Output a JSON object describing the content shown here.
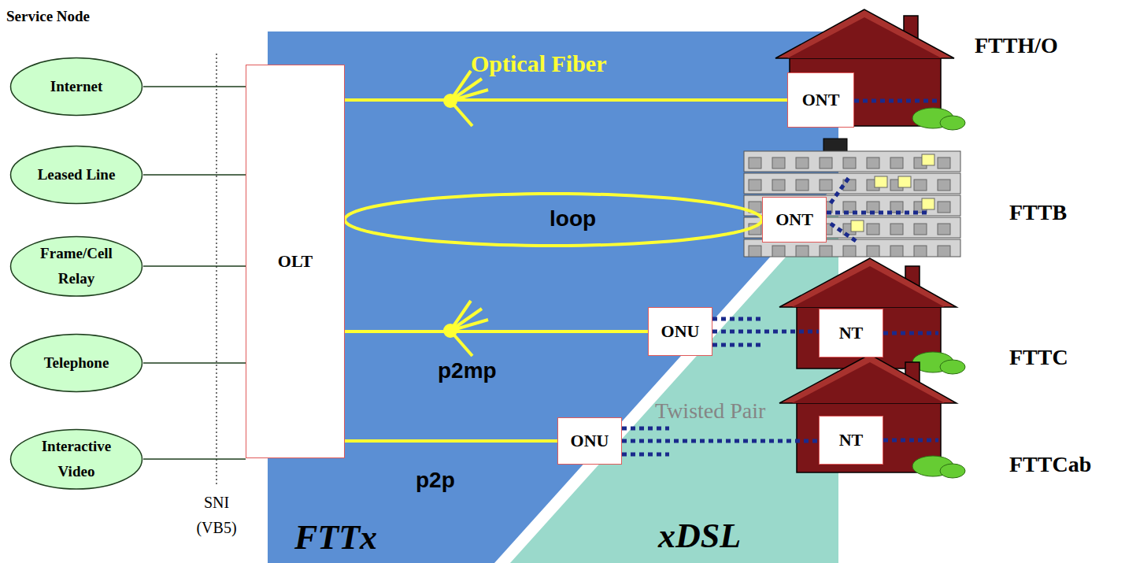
{
  "diagram": {
    "nodes": [
      {
        "text": [
          "Internet"
        ]
      },
      {
        "text": [
          "Leased Line"
        ]
      },
      {
        "text": [
          "Frame/Cell Relay"
        ]
      },
      {
        "text": [
          "Telephone"
        ]
      },
      {
        "text": [
          "Interactive Video"
        ]
      },
      {
        "text": [
          "OLT"
        ]
      },
      {
        "text": [
          "ONT"
        ]
      },
      {
        "text": [
          "ONT"
        ]
      },
      {
        "text": [
          "ONU"
        ]
      },
      {
        "text": [
          "NT"
        ]
      },
      {
        "text": [
          "ONU"
        ]
      },
      {
        "text": [
          "NT"
        ]
      }
    ],
    "edges": [
      {
        "from": 0,
        "to": 5,
        "arrow": "none"
      },
      {
        "from": 1,
        "to": 5,
        "arrow": "none"
      },
      {
        "from": 2,
        "to": 5,
        "arrow": "none"
      },
      {
        "from": 3,
        "to": 5,
        "arrow": "none"
      },
      {
        "from": 4,
        "to": 5,
        "arrow": "none"
      },
      {
        "from": 5,
        "to": 6,
        "label": "Optical Fiber",
        "arrow": "none"
      },
      {
        "from": 5,
        "to": 7,
        "label": "loop",
        "arrow": "none"
      },
      {
        "from": 5,
        "to": 8,
        "label": "p2mp",
        "arrow": "none"
      },
      {
        "from": 8,
        "to": 9,
        "arrow": "none"
      },
      {
        "from": 5,
        "to": 10,
        "label": "p2p",
        "arrow": "none"
      },
      {
        "from": 10,
        "to": 11,
        "arrow": "none"
      }
    ],
    "labels": [
      "Service Node",
      "SNI (VB5)",
      "FTTH/O",
      "FTTB",
      "FTTC",
      "Twisted Pair",
      "FTTCab",
      "FTTx",
      "xDSL"
    ]
  }
}
